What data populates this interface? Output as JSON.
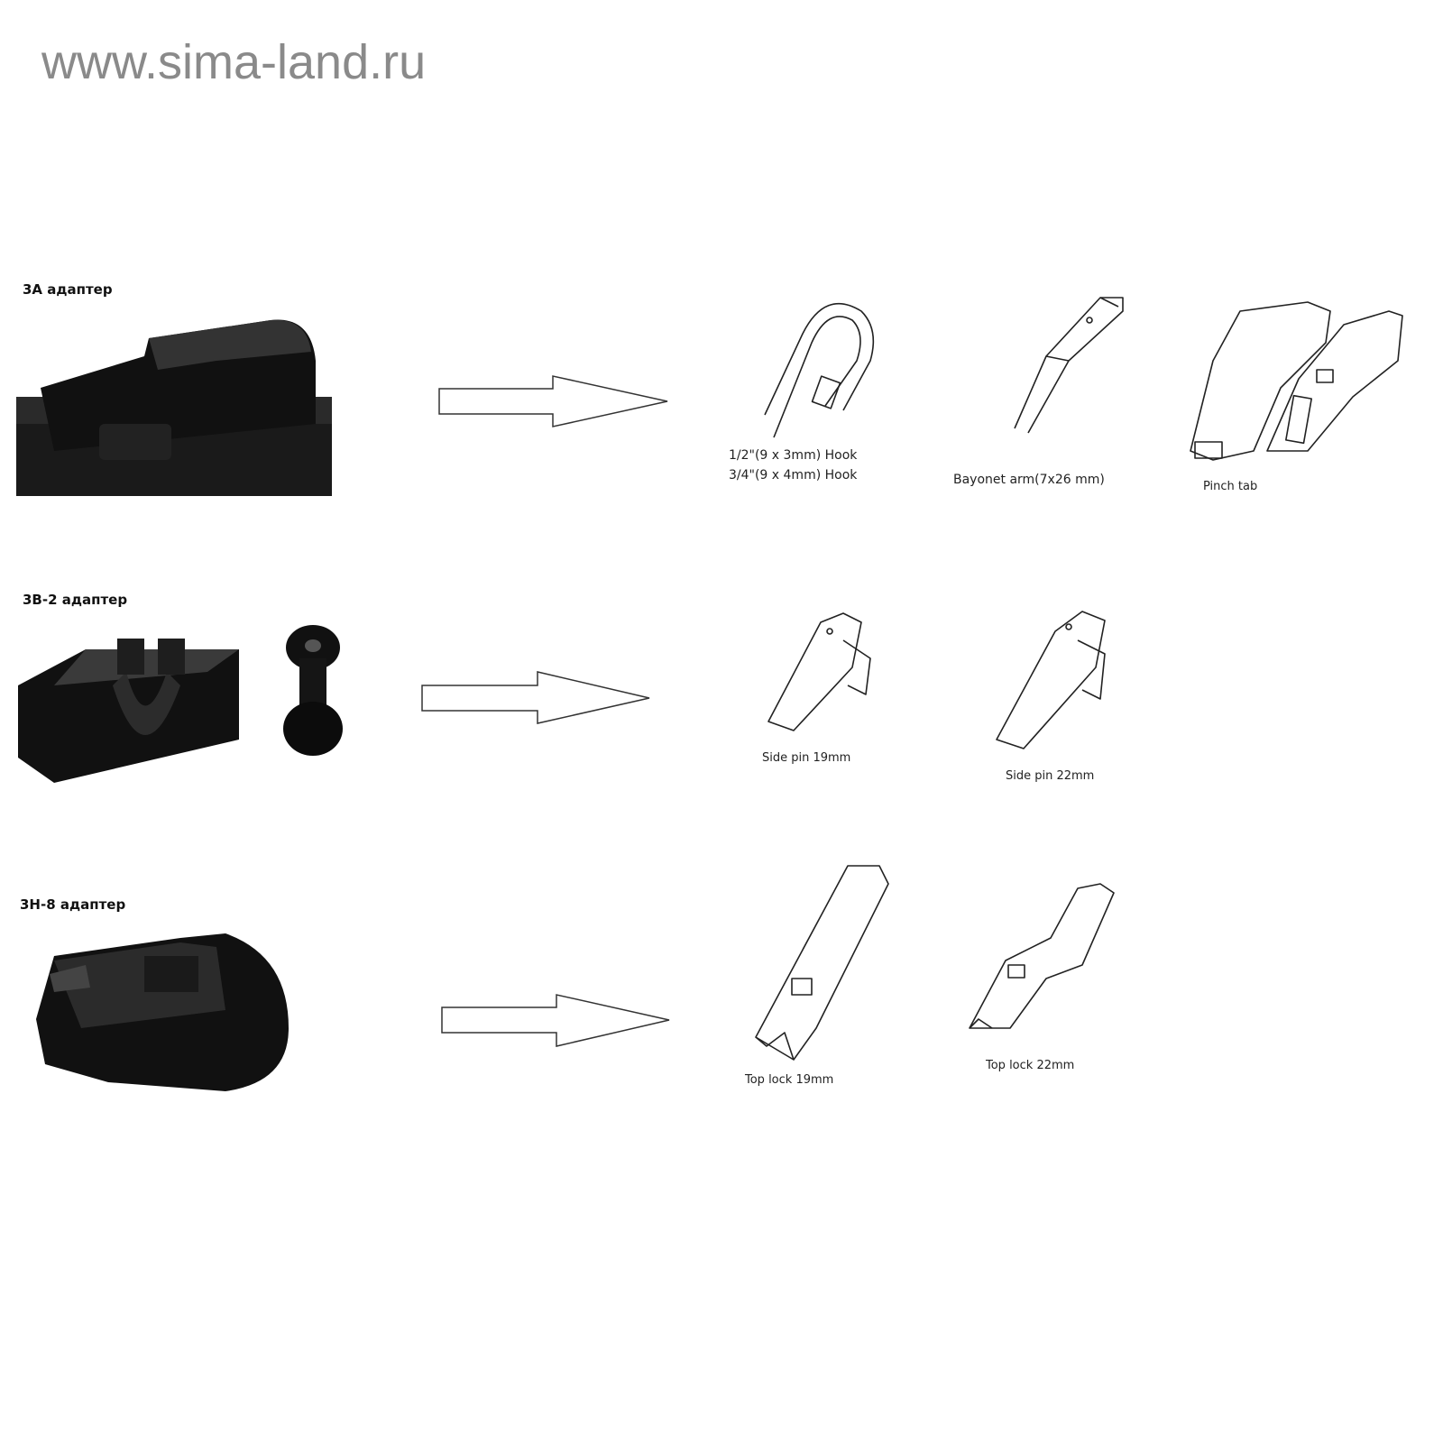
{
  "watermark": "www.sima-land.ru",
  "sections": [
    {
      "title": "3A адаптер",
      "variants": [
        {
          "lines": [
            "1/2\"(9 x 3mm) Hook",
            "3/4\"(9 x 4mm) Hook"
          ]
        },
        {
          "lines": [
            "Bayonet arm(7x26 mm)"
          ]
        },
        {
          "lines": [
            "Pinch tab"
          ]
        }
      ]
    },
    {
      "title": "3B-2 адаптер",
      "variants": [
        {
          "lines": [
            "Side pin 19mm"
          ]
        },
        {
          "lines": [
            "Side pin 22mm"
          ]
        }
      ]
    },
    {
      "title": "3H-8 адаптер",
      "variants": [
        {
          "lines": [
            "Top lock 19mm"
          ]
        },
        {
          "lines": [
            "Top lock 22mm"
          ]
        }
      ]
    }
  ]
}
